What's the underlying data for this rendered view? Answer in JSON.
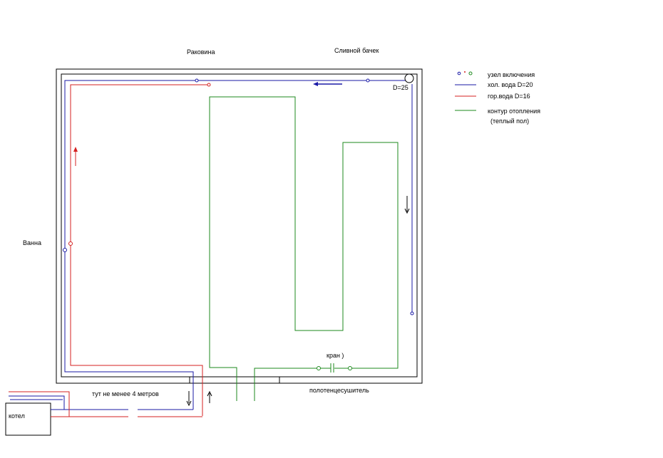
{
  "labels": {
    "sink": "Раковина",
    "tank": "Сливной бачек",
    "bath": "Ванна",
    "diameter": "D=25",
    "distance_note": "тут не менее 4 метров",
    "valve": "кран )",
    "towel_dryer": "полотенцесушитель",
    "boiler": "котел"
  },
  "legend": {
    "node": "узел включения",
    "cold": "хол. вода D=20",
    "hot": "гор.вода D=16",
    "heating": "контур отопления",
    "heating_note": "(теплый пол)"
  },
  "colors": {
    "wall": "#000000",
    "cold": "#1a1aa6",
    "hot": "#d42020",
    "heating": "#1e8a1e"
  }
}
